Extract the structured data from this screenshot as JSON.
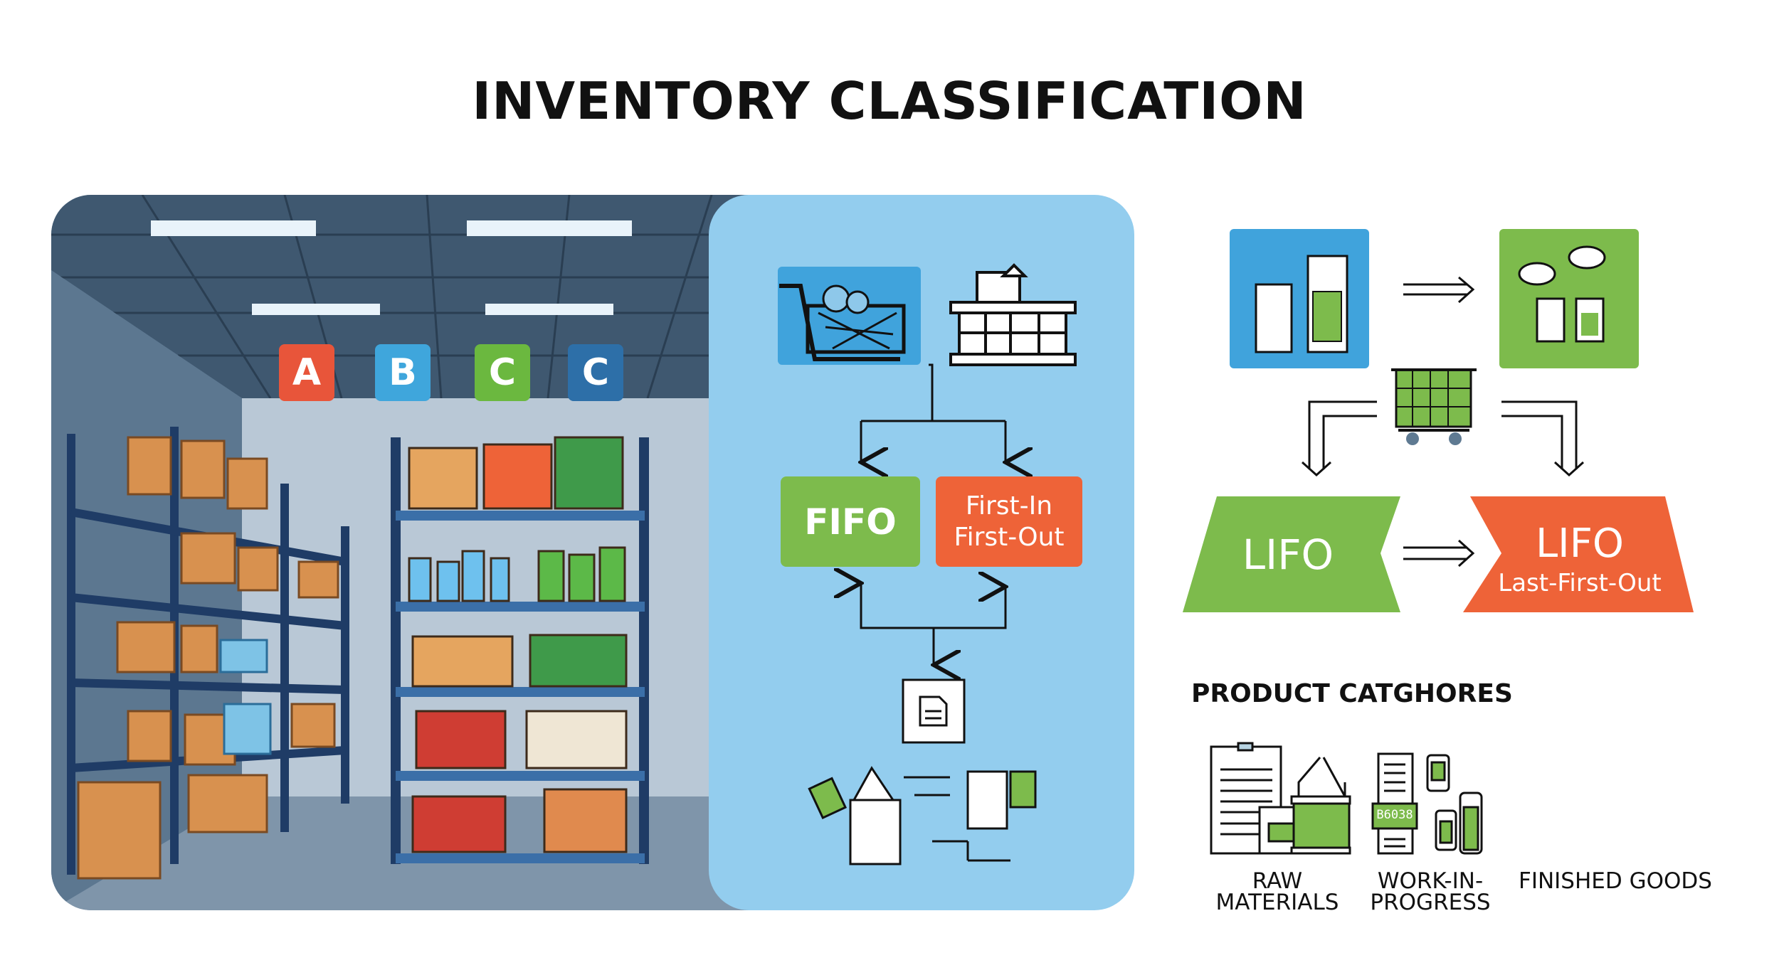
{
  "title": "INVENTORY CLASSIFICATION",
  "warehouse": {
    "shelf_tags": [
      {
        "label": "A",
        "color": "#e8553a"
      },
      {
        "label": "B",
        "color": "#3fa6dc"
      },
      {
        "label": "C",
        "color": "#6bb83f"
      },
      {
        "label": "C",
        "color": "#2d6fa8"
      }
    ]
  },
  "fifo_panel": {
    "fifo_label": "FIFO",
    "fifo_full_line1": "First-In",
    "fifo_full_line2": "First-Out"
  },
  "lifo_panel": {
    "lifo_label": "LIFO",
    "lifo_full_title": "LIFO",
    "lifo_full_subtitle": "Last-First-Out",
    "barcode_text": "B6038"
  },
  "categories": {
    "heading": "PRODUCT CATGHORES",
    "items": [
      {
        "label": "RAW MATERIALS",
        "icon": "raw-materials-icon"
      },
      {
        "label_line1": "WORK-IN-",
        "label_line2": "PROGRESS",
        "icon": "work-in-progress-icon"
      },
      {
        "label": "FINISHED GOODS",
        "icon": "finished-goods-icon"
      }
    ]
  },
  "colors": {
    "green": "#7dbb4c",
    "orange": "#ee6338",
    "blue": "#3fa6dc",
    "panel_blue": "#93cdee"
  }
}
